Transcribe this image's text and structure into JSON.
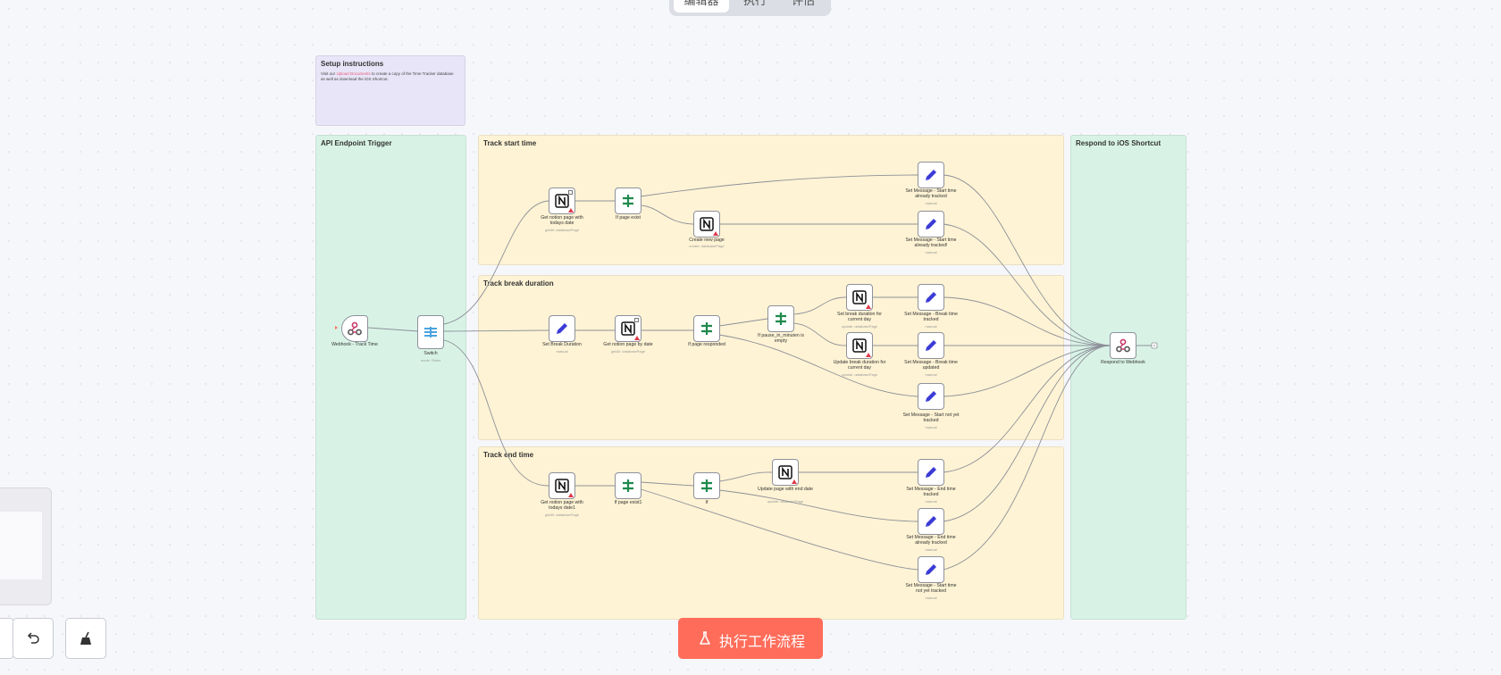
{
  "tabs": [
    "编辑器",
    "执行",
    "评估"
  ],
  "sticky": {
    "setup_title": "Setup instructions",
    "setup_text_1": "Visit our ",
    "setup_link": "Upload Documents",
    "setup_text_2": " to create a copy of the Time Tracker database as well as download the iOS Shortcut.",
    "api": "API Endpoint Trigger",
    "start": "Track start time",
    "break": "Track break duration",
    "end": "Track end time",
    "respond": "Respond to iOS Shortcut"
  },
  "nodes": {
    "webhook": {
      "label": "Webhook - Track Time",
      "sub": ""
    },
    "switch": {
      "label": "Switch",
      "sub": "mode: Rules"
    },
    "get_today": {
      "label": "Get notion page with todays date",
      "sub": "getAll: databasePage"
    },
    "if_exist": {
      "label": "If page exist",
      "sub": ""
    },
    "create_page": {
      "label": "Create new page",
      "sub": "create: databasePage"
    },
    "set_start_tracked": {
      "label": "Set Message - Start time already tracked",
      "sub": "manual"
    },
    "set_start_tracked2": {
      "label": "Set Message - Start time already tracked!",
      "sub": "manual"
    },
    "set_break": {
      "label": "Set Break Duration",
      "sub": "manual"
    },
    "get_by_date": {
      "label": "Get notion page by date",
      "sub": "getAll: databasePage"
    },
    "if_responded": {
      "label": "If page responded",
      "sub": ""
    },
    "if_pause": {
      "label": "If pause_in_minuten is empty",
      "sub": ""
    },
    "set_break_day": {
      "label": "Set break duration for current day",
      "sub": "update: databasePage"
    },
    "update_break": {
      "label": "Update break duration for current day",
      "sub": "update: databasePage"
    },
    "msg_break_tracked": {
      "label": "Set Message - Break time tracked",
      "sub": "manual"
    },
    "msg_break_updated": {
      "label": "Set Message - Break time updated",
      "sub": "manual"
    },
    "msg_start_not": {
      "label": "Set Message - Start not yet tracked",
      "sub": "manual"
    },
    "get_today2": {
      "label": "Get notion page with todays date1",
      "sub": "getAll: databasePage"
    },
    "if_exist1": {
      "label": "If page exist1",
      "sub": ""
    },
    "if": {
      "label": "If",
      "sub": ""
    },
    "update_end": {
      "label": "Update page with end date",
      "sub": "update: databasePage"
    },
    "msg_end_tracked": {
      "label": "Set Message - End time tracked",
      "sub": "manual"
    },
    "msg_end_already": {
      "label": "Set Message - End time already tracked",
      "sub": "manual"
    },
    "msg_start_not2": {
      "label": "Set Message - Start time not yet tracked",
      "sub": "manual"
    },
    "respond": {
      "label": "Respond to Webhook",
      "sub": ""
    }
  },
  "run_button": "执行工作流程",
  "colors": {
    "run": "#ff6d5a",
    "notion_warn": "#e03a4a",
    "pen": "#3b3bd6",
    "if": "#1f8a4c",
    "webhook": "#c93a6a"
  }
}
